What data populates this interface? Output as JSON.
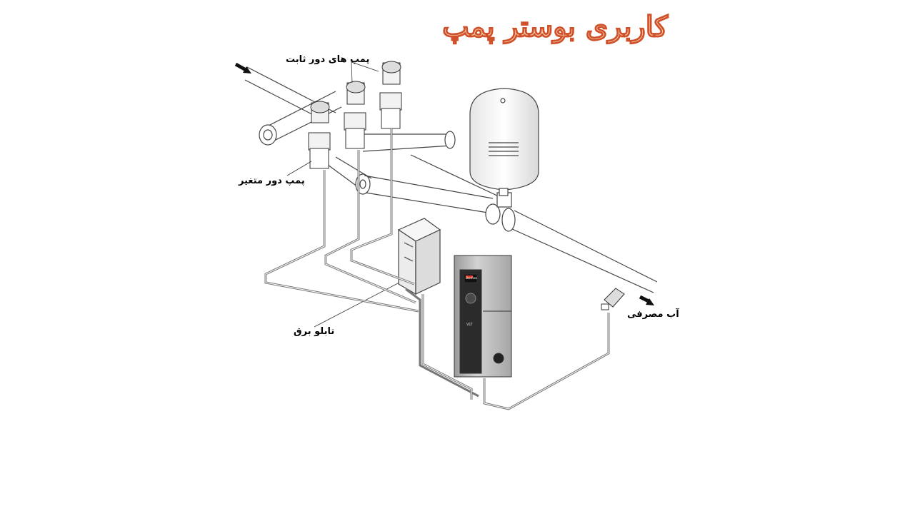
{
  "title": "کاربری بوستر پمپ",
  "labels": {
    "fixed_speed_pumps": "پمپ های دور ثابت",
    "variable_speed_pump": "پمپ دور متغیر",
    "electrical_panel": "تابلو برق",
    "consumer_water": "آب مصرفی"
  },
  "drive": {
    "brand": "Danfoss",
    "model": "VLT"
  },
  "colors": {
    "title_fill": "#f5c9a6",
    "title_stroke": "#d0502a",
    "line": "#555555",
    "drive_body": "#b9b9b9",
    "drive_panel": "#2b2b2b"
  },
  "icons": [
    "inlet-arrow-icon",
    "outlet-arrow-icon"
  ]
}
